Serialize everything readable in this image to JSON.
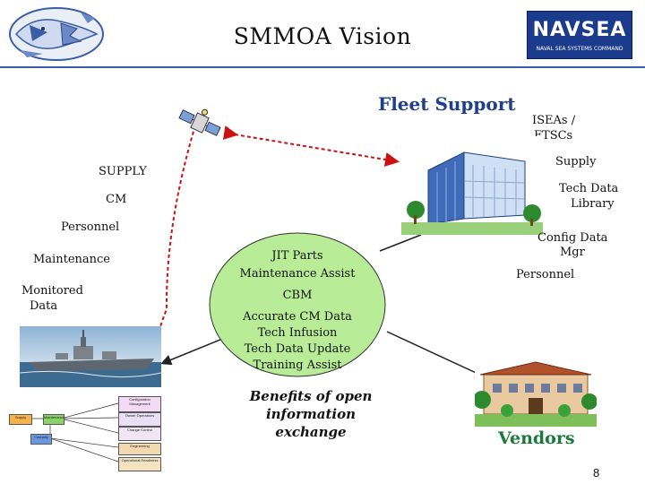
{
  "header": {
    "title": "SMMOA Vision",
    "navsea_logo_text": "NAVSEA",
    "navsea_logo_subtext": "NAVAL SEA SYSTEMS COMMAND"
  },
  "fleet_support": {
    "title": "Fleet Support",
    "iseas": "ISEAs /",
    "ftscs": "FTSCs",
    "supply": "Supply",
    "tech_data_library_1": "Tech Data",
    "tech_data_library_2": "Library",
    "config_data_mgr_1": "Config Data",
    "config_data_mgr_2": "Mgr",
    "personnel": "Personnel"
  },
  "ship_side": {
    "supply": "SUPPLY",
    "cm": "CM",
    "personnel": "Personnel",
    "maintenance": "Maintenance",
    "monitored_data_1": "Monitored",
    "monitored_data_2": "Data"
  },
  "center": {
    "jit_parts": "JIT Parts",
    "maintenance_assist": "Maintenance Assist",
    "cbm": "CBM",
    "accurate_cm_data": "Accurate CM Data",
    "tech_infusion": "Tech Infusion",
    "tech_data_update": "Tech Data Update",
    "training_assist": "Training Assist"
  },
  "benefits": {
    "line1": "Benefits of open",
    "line2": "information exchange"
  },
  "vendors": "Vendors",
  "page_number": "8",
  "small_diagram": {
    "config_mgmt": "Configuration Management",
    "supply": "Supply",
    "maintenance": "Maintenance",
    "casualty": "Casualty",
    "owner_operations": "Owner Operations",
    "change_control": "Change Control",
    "engineering": "Engineering",
    "operational_readiness": "Operational Readiness"
  },
  "colors": {
    "ellipse_fill": "#b8ec96",
    "arrow": "#cc1111",
    "rule": "#3a5da6",
    "fleet_title": "#1f3f8a",
    "vendors_title": "#1a7a3a"
  }
}
